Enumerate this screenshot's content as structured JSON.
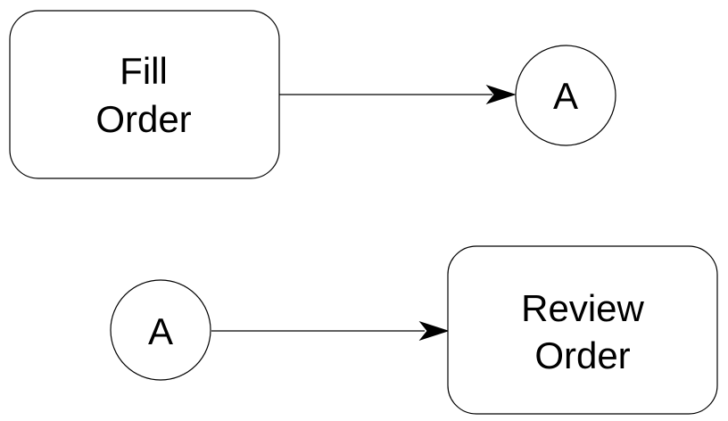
{
  "nodes": {
    "fill_order": {
      "line1": "Fill",
      "line2": "Order"
    },
    "connector_top": {
      "label": "A"
    },
    "connector_bottom": {
      "label": "A"
    },
    "review_order": {
      "line1": "Review",
      "line2": "Order"
    }
  },
  "edges": [
    {
      "from": "Fill Order",
      "to": "A"
    },
    {
      "from": "A",
      "to": "Review Order"
    }
  ]
}
